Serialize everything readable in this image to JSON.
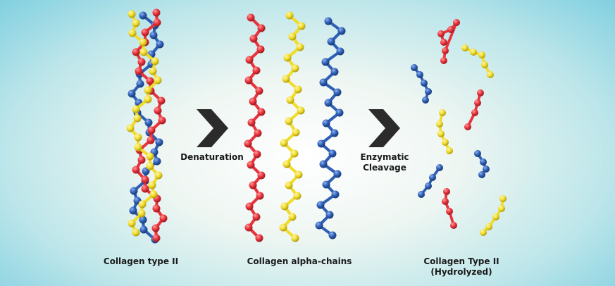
{
  "colors": {
    "red": "#e8333c",
    "yellow": "#f1dc2a",
    "blue": "#2f5fb5",
    "arrow": "#2b2b2b"
  },
  "icons": [
    "chevron-right-icon",
    "chevron-right-icon"
  ],
  "stages": {
    "native": {
      "label": "Collagen type II"
    },
    "alpha": {
      "label": "Collagen alpha-chains"
    },
    "hydrolyzed": {
      "label_line1": "Collagen Type II",
      "label_line2": "(Hydrolyzed)"
    }
  },
  "steps": {
    "denaturation": {
      "label": "Denaturation"
    },
    "cleavage": {
      "label_line1": "Enzymatic",
      "label_line2": "Cleavage"
    }
  }
}
